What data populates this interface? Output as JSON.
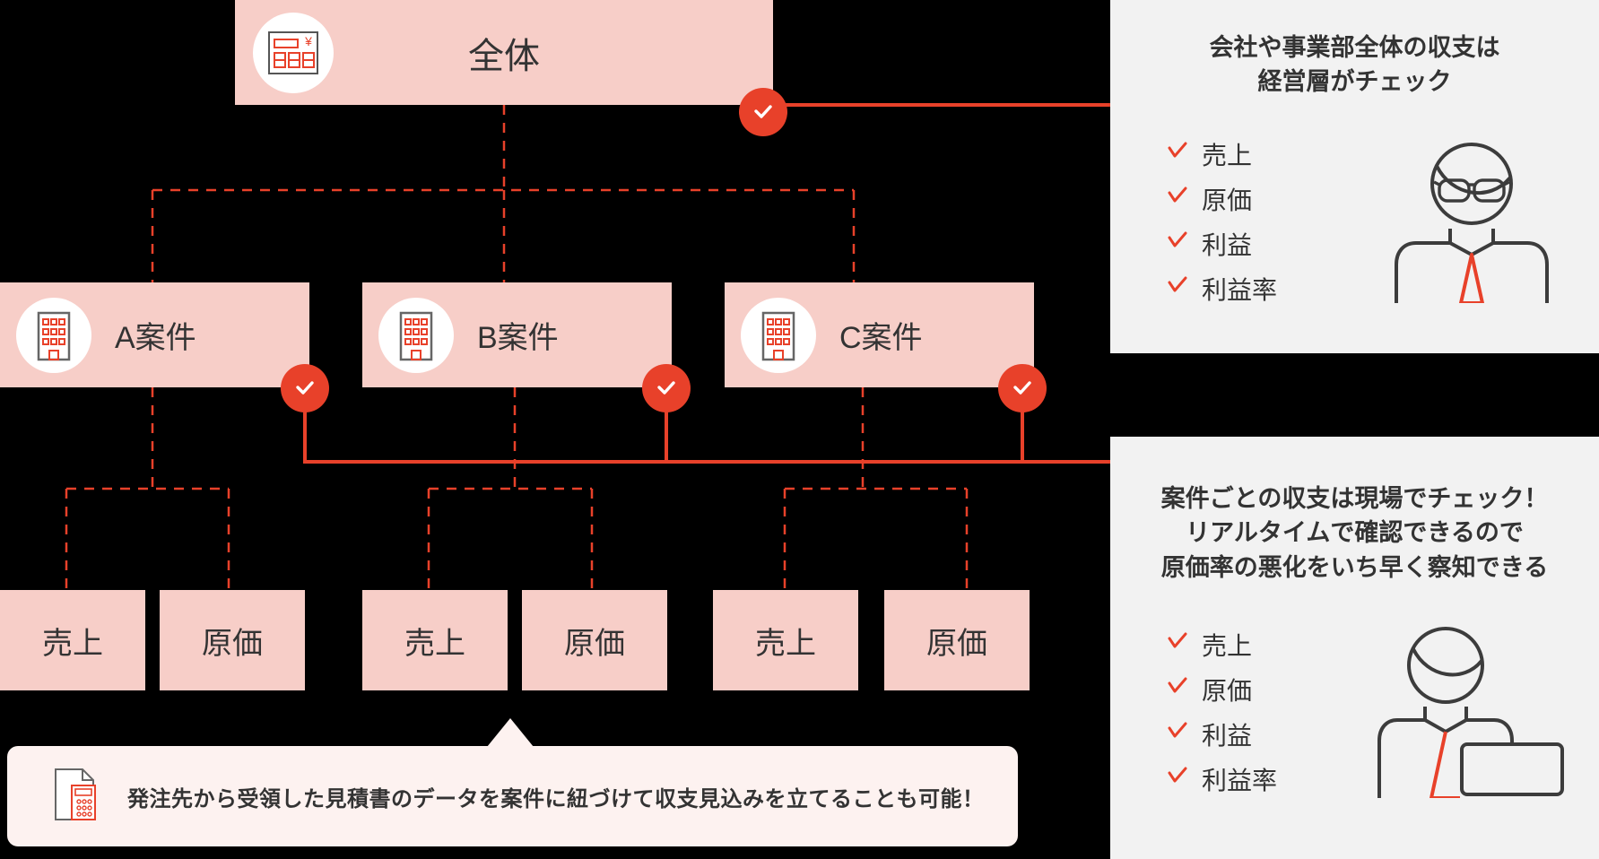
{
  "colors": {
    "node_fill": "#F7CEC8",
    "accent_red": "#E8412A",
    "panel_bg": "#F2F2F2",
    "callout_bg": "#FDF2F0",
    "text_dark": "#333333",
    "background": "#000000"
  },
  "diagram": {
    "root": {
      "label": "全体",
      "icon": "ledger-yen-icon"
    },
    "cases": [
      {
        "label": "A案件",
        "icon": "building-icon"
      },
      {
        "label": "B案件",
        "icon": "building-icon"
      },
      {
        "label": "C案件",
        "icon": "building-icon"
      }
    ],
    "leaves": [
      {
        "label": "売上"
      },
      {
        "label": "原価"
      },
      {
        "label": "売上"
      },
      {
        "label": "原価"
      },
      {
        "label": "売上"
      },
      {
        "label": "原価"
      }
    ],
    "badges": [
      {
        "name": "check-badge-root",
        "icon": "check-icon"
      },
      {
        "name": "check-badge-a",
        "icon": "check-icon"
      },
      {
        "name": "check-badge-b",
        "icon": "check-icon"
      },
      {
        "name": "check-badge-c",
        "icon": "check-icon"
      }
    ]
  },
  "callout": {
    "icon": "quote-document-icon",
    "text": "発注先から受領した見積書のデータを案件に紐づけて収支見込みを立てることも可能！"
  },
  "panels": [
    {
      "id": "executive",
      "heading": "会社や事業部全体の収支は\n経営層がチェック",
      "heading_line1": "会社や事業部全体の収支は",
      "heading_line2": "経営層がチェック",
      "items": [
        "売上",
        "原価",
        "利益",
        "利益率"
      ],
      "persona_icon": "executive-person-icon"
    },
    {
      "id": "field",
      "heading_line1": "案件ごとの収支は現場でチェック！",
      "heading_line2": "リアルタイムで確認できるので",
      "heading_line3": "原価率の悪化をいち早く察知できる",
      "items": [
        "売上",
        "原価",
        "利益",
        "利益率"
      ],
      "persona_icon": "worker-laptop-person-icon"
    }
  ]
}
